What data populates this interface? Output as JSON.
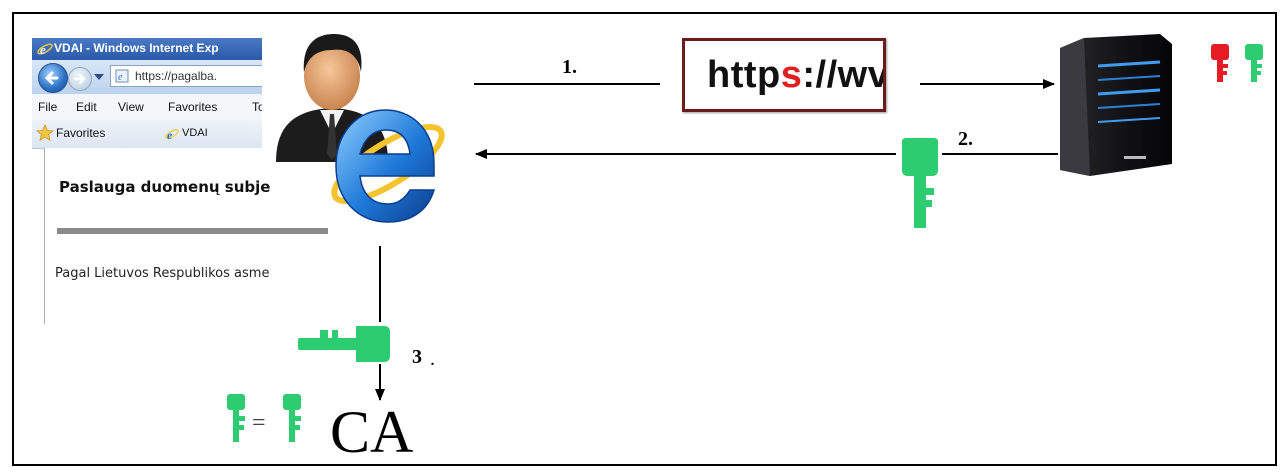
{
  "browser": {
    "window_title": "VDAI - Windows Internet Exp",
    "url": "https://pagalba.",
    "menu": [
      "File",
      "Edit",
      "View",
      "Favorites",
      "To"
    ],
    "favorites_label": "Favorites",
    "tab_label": "VDAI",
    "page_heading": "Paslauga duomenų subje",
    "page_text": "Pagal Lietuvos Respublikos asme"
  },
  "steps": {
    "step1": "1.",
    "step2": "2.",
    "step3": "3",
    "step3_dot": "."
  },
  "https_banner": {
    "prefix": "http",
    "s": "s",
    "suffix": "://wv"
  },
  "ca": {
    "equals": "=",
    "label": "CA"
  },
  "colors": {
    "key_green": "#2ecc71",
    "key_red": "#e51c23",
    "https_red": "#e02020",
    "banner_border": "#6a1b1b"
  },
  "icons": [
    "user-avatar",
    "ie-logo",
    "server",
    "red-key",
    "green-key"
  ]
}
